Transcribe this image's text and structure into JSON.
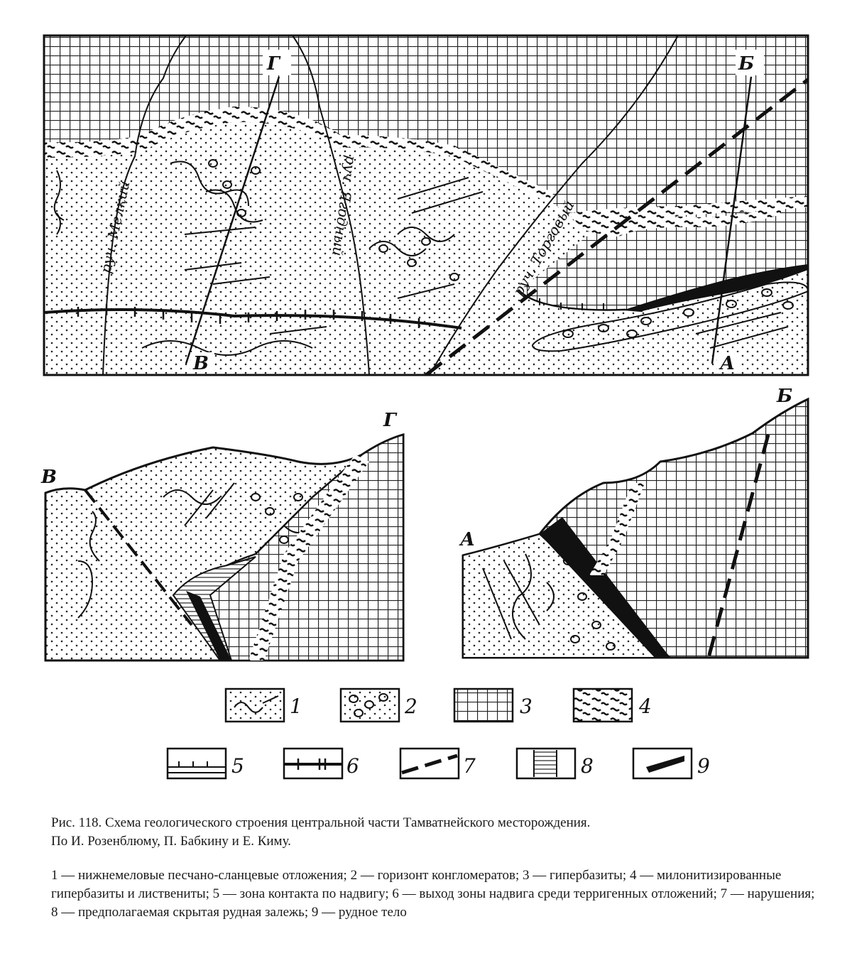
{
  "map": {
    "labels": {
      "V": "В",
      "G": "Г",
      "A": "А",
      "B": "Б"
    },
    "streams": {
      "melkiy": "руч. Мелкий",
      "yagodny": "руч. Ягодный",
      "torgovy": "руч. Торговый"
    }
  },
  "sections": {
    "left": {
      "start_label": "В",
      "end_label": "Г"
    },
    "right": {
      "start_label": "А",
      "end_label": "Б"
    }
  },
  "legend": {
    "items": [
      {
        "num": "1"
      },
      {
        "num": "2"
      },
      {
        "num": "3"
      },
      {
        "num": "4"
      },
      {
        "num": "5"
      },
      {
        "num": "6"
      },
      {
        "num": "7"
      },
      {
        "num": "8"
      },
      {
        "num": "9"
      }
    ]
  },
  "caption": {
    "title": "Рис. 118. Схема геологического строения центральной части Тамватнейского месторождения.",
    "authors": "По И. Розенблюму, П. Бабкину и Е. Киму.",
    "legend_text": "1 — нижнемеловые песчано-сланцевые отложения; 2 — горизонт конгломератов; 3 — гипербазиты; 4 — милонитизированные гипербазиты и листвениты; 5 — зона контакта по надвигу; 6 — выход зоны надвига среди терригенных отложений; 7 — нарушения; 8 — предполагаемая скрытая рудная залежь; 9 — рудное тело"
  }
}
